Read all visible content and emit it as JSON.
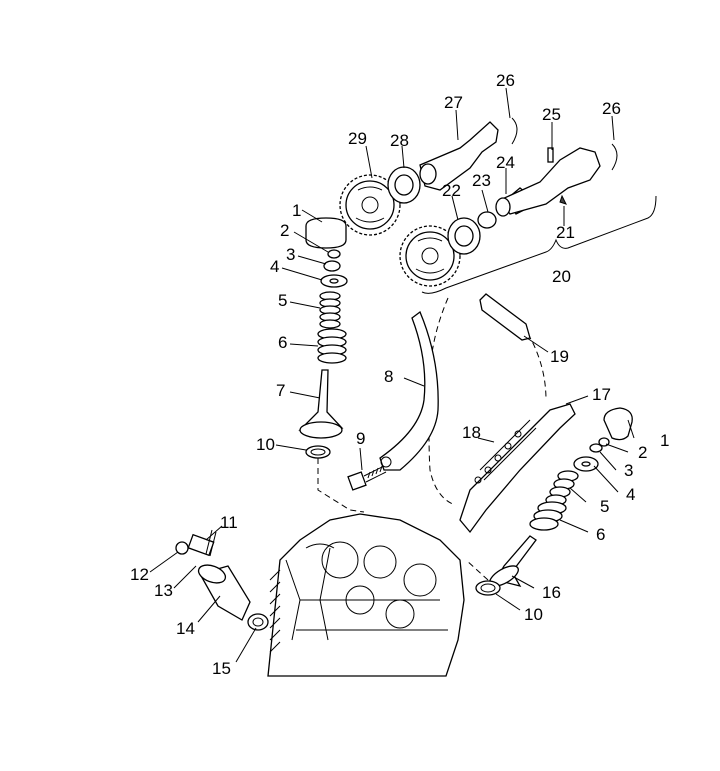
{
  "callouts": {
    "c1a": "1",
    "c2a": "2",
    "c3a": "3",
    "c4a": "4",
    "c5a": "5",
    "c6a": "6",
    "c7": "7",
    "c8": "8",
    "c9": "9",
    "c10a": "10",
    "c11": "11",
    "c12": "12",
    "c13": "13",
    "c14": "14",
    "c15": "15",
    "c16": "16",
    "c17": "17",
    "c18": "18",
    "c19": "19",
    "c20": "20",
    "c21": "21",
    "c22": "22",
    "c23": "23",
    "c24": "24",
    "c25": "25",
    "c26a": "26",
    "c26b": "26",
    "c27": "27",
    "c28": "28",
    "c29": "29",
    "c1b": "1",
    "c2b": "2",
    "c3b": "3",
    "c4b": "4",
    "c5b": "5",
    "c6b": "6",
    "c10b": "10"
  }
}
